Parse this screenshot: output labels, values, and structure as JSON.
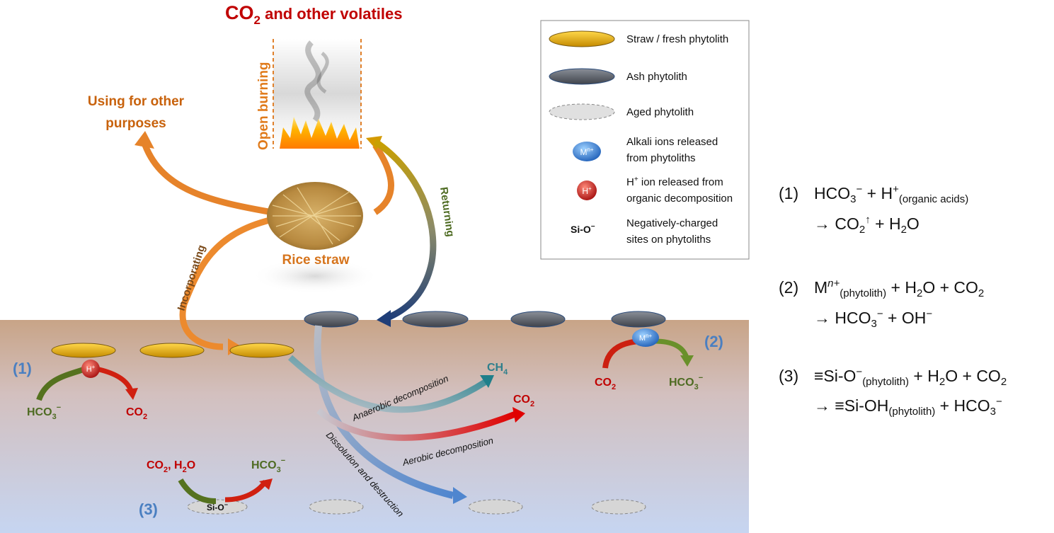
{
  "top": {
    "co2_main": "CO",
    "co2_sub": "2",
    "co2_rest": " and other volatiles",
    "open_burning": "Open burning",
    "using_line1": "Using for other",
    "using_line2": "purposes",
    "rice_straw": "Rice straw",
    "incorporating": "Incorporating",
    "returning": "Returning"
  },
  "legend": {
    "straw": "Straw / fresh phytolith",
    "ash": "Ash phytolith",
    "aged": "Aged phytolith",
    "alkali_line1": "Alkali ions released",
    "alkali_line2": "from phytoliths",
    "alkali_symbol": "M",
    "alkali_sup": "n+",
    "hplus_line1_sup": "+",
    "hplus_line1": "H",
    "hplus_line1_rest": " ion released from",
    "hplus_line2": "organic decomposition",
    "hplus_symbol": "H",
    "hplus_sup": "+",
    "sio_symbol": "Si-O",
    "sio_sup": "−",
    "sio_line1": "Negatively-charged",
    "sio_line2": "sites on phytoliths"
  },
  "soil": {
    "label1": "(1)",
    "label2": "(2)",
    "label3": "(3)",
    "hco3_base": "HCO",
    "hco3_sub": "3",
    "hco3_sup": "−",
    "co2_base": "CO",
    "co2_sub": "2",
    "ch4_base": "CH",
    "ch4_sub": "4",
    "co2_h2o_a": "CO",
    "co2_h2o_sub": "2",
    "co2_h2o_b": ", H",
    "co2_h2o_sub2": "2",
    "co2_h2o_c": "O",
    "sio_site": "Si-O",
    "sio_site_sup": "−",
    "m_symbol": "M",
    "m_sup": "n+",
    "h_symbol": "H",
    "h_sup": "+",
    "anaerobic": "Anaerobic decomposition",
    "aerobic": "Aerobic decomposition",
    "dissolution": "Dissolution and destruction"
  },
  "equations": {
    "e1_num": "(1)",
    "e1_a": "HCO",
    "e1_a_sub": "3",
    "e1_a_sup": "−",
    "e1_b": " + H",
    "e1_b_sup": "+",
    "e1_b_sub": "(organic acids)",
    "e1_arrow": "→ CO",
    "e1_c_sub": "2",
    "e1_c_sup": "↑",
    "e1_d": " + H",
    "e1_d_sub": "2",
    "e1_e": "O",
    "e2_num": "(2)",
    "e2_a": "M",
    "e2_a_sup": "n+",
    "e2_a_sub": "(phytolith)",
    "e2_b": " + H",
    "e2_b_sub": "2",
    "e2_c": "O + CO",
    "e2_c_sub": "2",
    "e2_arrow": "→ HCO",
    "e2_d_sub": "3",
    "e2_d_sup": "−",
    "e2_e": " + ",
    "e2_f": "O",
    "e2_f_pre": "OH",
    "e2_f_sup": "−",
    "e3_num": "(3)",
    "e3_a": "≡Si-O",
    "e3_a_sup": "−",
    "e3_a_sub": "(phytolith)",
    "e3_b": " + H",
    "e3_b_sub": "2",
    "e3_c": "O + CO",
    "e3_c_sub": "2",
    "e3_arrow": "→ ≡Si-OH",
    "e3_d_sub": "(phytolith)",
    "e3_e": " + HCO",
    "e3_e_sub": "3",
    "e3_e_sup": "−"
  },
  "colors": {
    "co2_red": "#c00000",
    "orange": "#d46c12",
    "green": "#4e6b22",
    "blue_label": "#4a7fc1",
    "teal": "#2f7f8c",
    "soil_top": "#c9a58a",
    "soil_bottom": "#c9d6ee"
  }
}
